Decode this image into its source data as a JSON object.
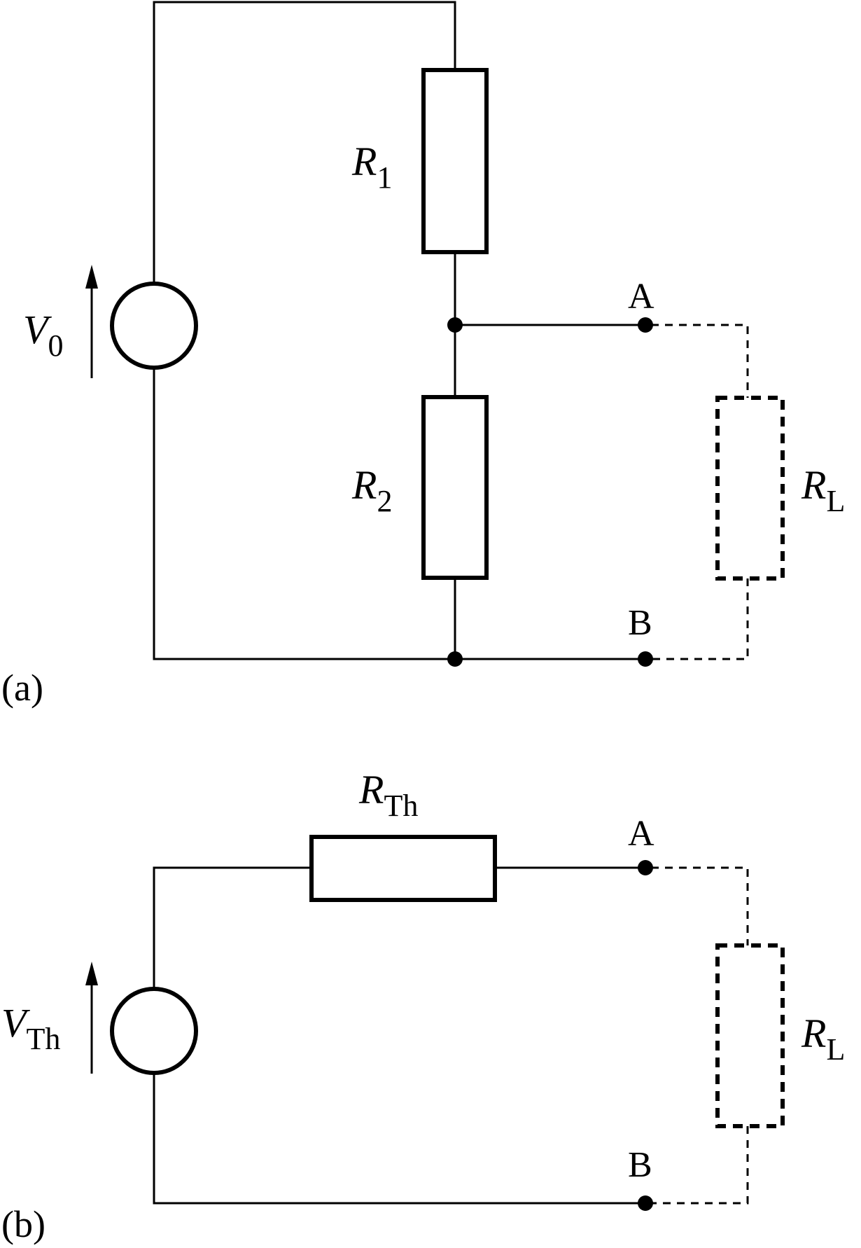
{
  "figure_a": {
    "part_label": "(a)",
    "source": {
      "symbol": "V",
      "subscript": "0"
    },
    "r1": {
      "symbol": "R",
      "subscript": "1"
    },
    "r2": {
      "symbol": "R",
      "subscript": "2"
    },
    "load": {
      "symbol": "R",
      "subscript": "L"
    },
    "terminal_a": "A",
    "terminal_b": "B"
  },
  "figure_b": {
    "part_label": "(b)",
    "source": {
      "symbol": "V",
      "subscript": "Th"
    },
    "rth": {
      "symbol": "R",
      "subscript": "Th"
    },
    "load": {
      "symbol": "R",
      "subscript": "L"
    },
    "terminal_a": "A",
    "terminal_b": "B"
  }
}
